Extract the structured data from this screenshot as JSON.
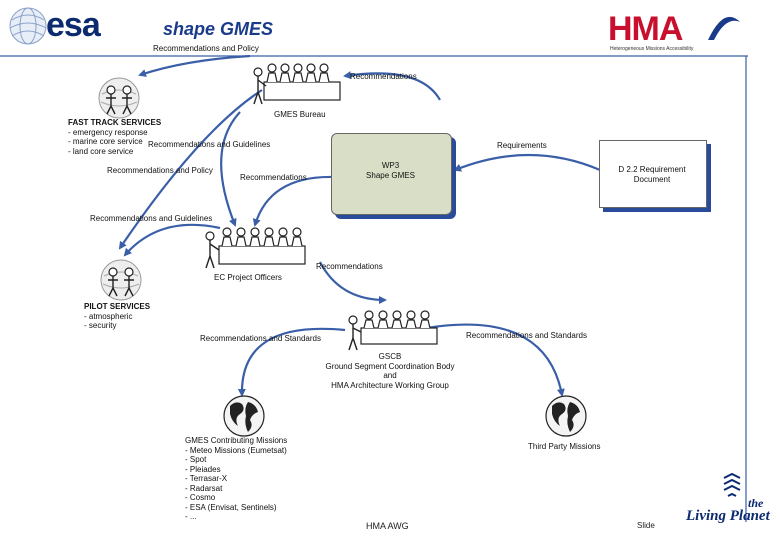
{
  "header": {
    "logo_left": "esa",
    "title": "shape GMES",
    "logo_right": "HMA",
    "logo_right_sub": "Heterogeneous Missions Accessibility"
  },
  "nodes": {
    "fast_track": {
      "title": "FAST TRACK SERVICES",
      "items": [
        "- emergency response",
        "- marine core service",
        "- land core service"
      ]
    },
    "gmes_bureau": {
      "label": "GMES Bureau"
    },
    "wp3": {
      "line1": "WP3",
      "line2": "Shape GMES"
    },
    "d22": {
      "line1": "D 2.2 Requirement",
      "line2": "Document"
    },
    "ec_officers": {
      "label": "EC Project Officers"
    },
    "pilot": {
      "title": "PILOT SERVICES",
      "items": [
        "- atmospheric",
        "- security"
      ]
    },
    "gscb": {
      "line1": "GSCB",
      "line2": "Ground Segment Coordination Body",
      "line3": "and",
      "line4": "HMA Architecture Working Group"
    },
    "contributing": {
      "title": "GMES Contributing Missions",
      "items": [
        "- Meteo Missions (Eumetsat)",
        "- Spot",
        "- Pleiades",
        "- Terrasar-X",
        "- Radarsat",
        "- Cosmo",
        "- ESA (Envisat, Sentinels)",
        "- ..."
      ]
    },
    "third_party": {
      "label": "Third Party Missions"
    }
  },
  "edges": {
    "top_rec_policy": "Recommendations and Policy",
    "bureau_rec": "Recommendations",
    "rec_guidelines_1": "Recommendations and Guidelines",
    "rec_policy_2": "Recommendations and Policy",
    "recs_wp3_ec": "Recommendations",
    "requirements": "Requirements",
    "rec_guidelines_2": "Recommendations and Guidelines",
    "recs_ec_gscb": "Recommendations",
    "rec_standards_left": "Recommendations and Standards",
    "rec_standards_right": "Recommendations and Standards"
  },
  "footer": {
    "center": "HMA AWG",
    "right": "Slide",
    "logo_the": "the",
    "logo_main": "Living Planet"
  },
  "colors": {
    "arrow": "#3a5fa8",
    "wp3_fill": "#d8dfc6",
    "shadow": "#2a4a9a",
    "esa_blue": "#0b2a6f",
    "hma_red": "#c8102e"
  }
}
